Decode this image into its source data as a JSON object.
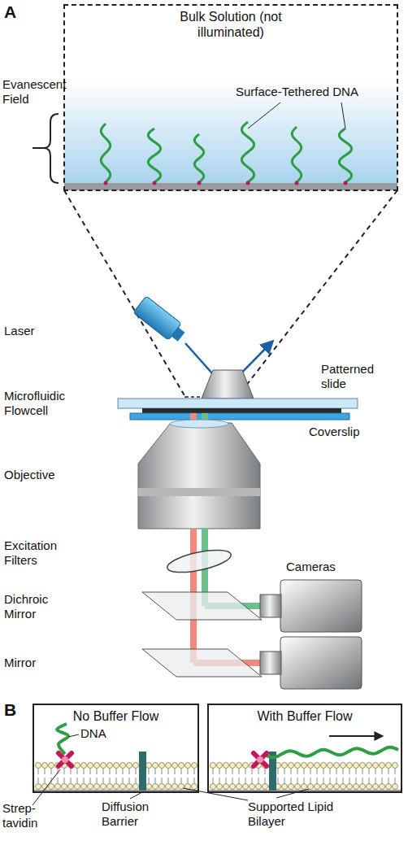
{
  "diagram": {
    "nodes": [
      {
        "text": [
          "Bulk Solution (not illuminated)"
        ]
      },
      {
        "text": [
          "No Buffer Flow"
        ]
      },
      {
        "text": [
          "With Buffer Flow"
        ]
      }
    ],
    "labels": [
      "A",
      "Evanescent Field",
      "Surface-Tethered DNA",
      "Laser",
      "Patterned slide",
      "Microfluidic Flowcell",
      "Coverslip",
      "Objective",
      "Excitation Filters",
      "Cameras",
      "Dichroic Mirror",
      "Mirror",
      "B",
      "DNA",
      "Strep- tavidin",
      "Diffusion Barrier",
      "Supported Lipid Bilayer"
    ]
  }
}
